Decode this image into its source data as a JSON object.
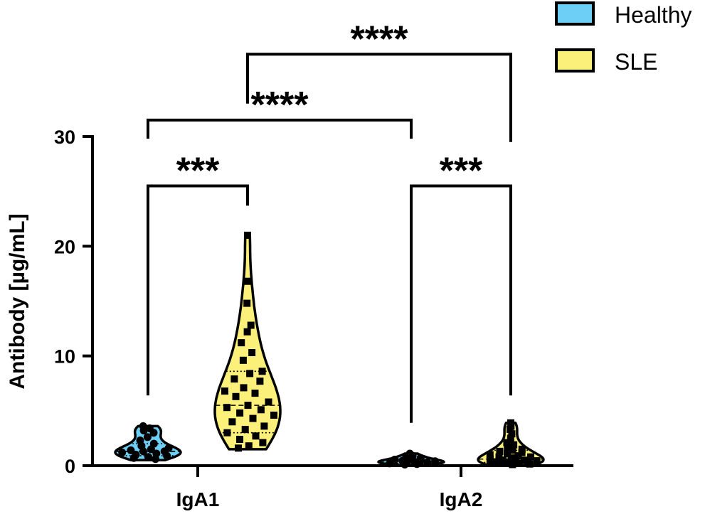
{
  "chart_data": {
    "type": "violin",
    "title": "",
    "xlabel": "",
    "ylabel": "Antibody [µg/mL]",
    "ylim": [
      0,
      30
    ],
    "yticks": [
      0,
      10,
      20,
      30
    ],
    "categories": [
      "IgA1",
      "IgA2"
    ],
    "legend_position": "top-right",
    "series": [
      {
        "name": "Healthy",
        "color": "#6ecff6",
        "marker": "circle",
        "groups": [
          {
            "category": "IgA1",
            "min": 0.5,
            "q1": 0.9,
            "median": 1.3,
            "q3": 2.0,
            "max": 3.6,
            "points": [
              3.6,
              3.4,
              3.2,
              3.0,
              2.6,
              2.3,
              2.0,
              1.8,
              1.6,
              1.5,
              1.4,
              1.3,
              1.3,
              1.2,
              1.1,
              1.0,
              0.9,
              0.8,
              0.7,
              0.6
            ]
          },
          {
            "category": "IgA2",
            "min": 0.05,
            "q1": 0.2,
            "median": 0.4,
            "q3": 0.6,
            "max": 1.1,
            "points": [
              1.1,
              0.9,
              0.8,
              0.7,
              0.6,
              0.55,
              0.5,
              0.45,
              0.4,
              0.35,
              0.3,
              0.3,
              0.25,
              0.2,
              0.15,
              0.1
            ]
          }
        ]
      },
      {
        "name": "SLE",
        "color": "#fbf07a",
        "marker": "square",
        "groups": [
          {
            "category": "IgA1",
            "min": 1.5,
            "q1": 3.0,
            "median": 5.5,
            "q3": 8.6,
            "max": 21.2,
            "points": [
              21.0,
              16.8,
              14.8,
              12.8,
              12.2,
              11.2,
              10.3,
              9.6,
              8.6,
              8.4,
              7.9,
              7.7,
              7.1,
              6.8,
              6.6,
              6.3,
              5.8,
              5.5,
              5.3,
              5.1,
              4.8,
              4.6,
              4.3,
              4.0,
              3.6,
              3.3,
              3.0,
              2.7,
              2.4,
              2.1,
              1.8,
              1.6
            ]
          },
          {
            "category": "IgA2",
            "min": 0.05,
            "q1": 0.3,
            "median": 0.6,
            "q3": 1.4,
            "max": 3.9,
            "points": [
              3.9,
              3.6,
              3.3,
              2.9,
              2.5,
              2.1,
              1.9,
              1.7,
              1.5,
              1.4,
              1.3,
              1.2,
              1.1,
              1.0,
              0.9,
              0.8,
              0.8,
              0.7,
              0.6,
              0.5,
              0.5,
              0.45,
              0.4,
              0.35,
              0.3,
              0.3,
              0.25,
              0.2,
              0.2,
              0.15,
              0.1
            ]
          }
        ]
      }
    ],
    "annotations": [
      {
        "text": "***",
        "from": "IgA1 Healthy",
        "to": "IgA1 SLE",
        "level": 25.5
      },
      {
        "text": "***",
        "from": "IgA2 Healthy",
        "to": "IgA2 SLE",
        "level": 25.5
      },
      {
        "text": "****",
        "from": "IgA1 Healthy",
        "to": "IgA2 Healthy",
        "level": 31.5
      },
      {
        "text": "****",
        "from": "IgA1 SLE",
        "to": "IgA2 SLE",
        "level": 37.5
      }
    ]
  }
}
